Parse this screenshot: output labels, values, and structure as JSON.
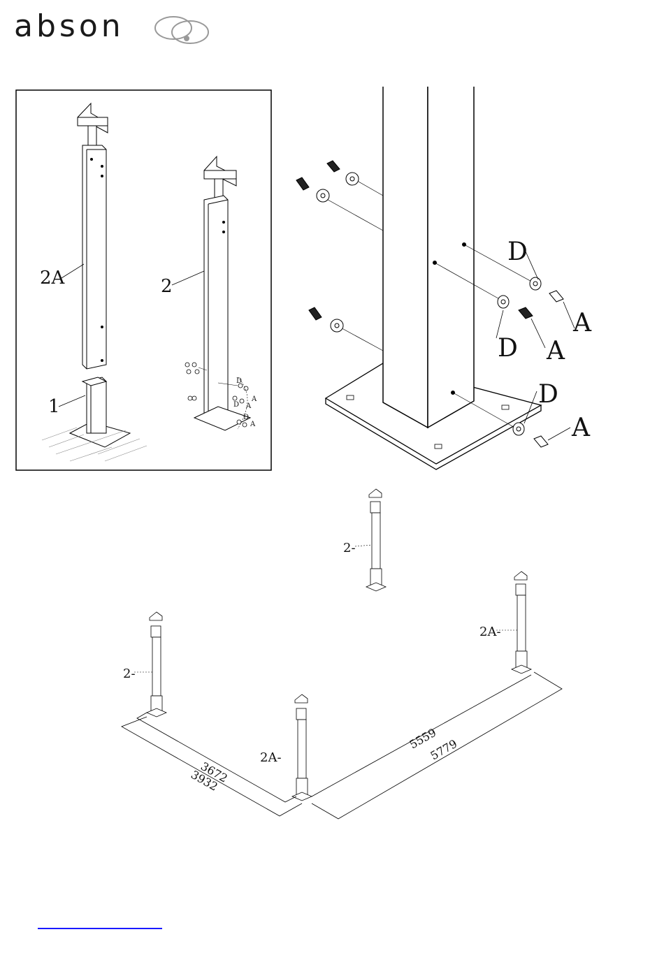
{
  "brand": {
    "name": "abson"
  },
  "inset": {
    "labels": {
      "post_2a": "2A",
      "post_2": "2",
      "base_1": "1",
      "mini_d1": "D",
      "mini_a1": "A",
      "mini_d2": "D",
      "mini_a2": "A",
      "mini_d3": "D",
      "mini_a3": "A"
    }
  },
  "detail": {
    "labels": {
      "d1": "D",
      "a1": "A",
      "d2": "D",
      "a2": "A",
      "d3": "D",
      "a3": "A"
    }
  },
  "layout_plan": {
    "labels": {
      "post_back": "2-",
      "post_left": "2-",
      "post_front": "2A-",
      "post_right": "2A-"
    },
    "dimensions": {
      "inner_left": "3672",
      "outer_left": "3932",
      "inner_right": "5559",
      "outer_right": "5779"
    }
  }
}
